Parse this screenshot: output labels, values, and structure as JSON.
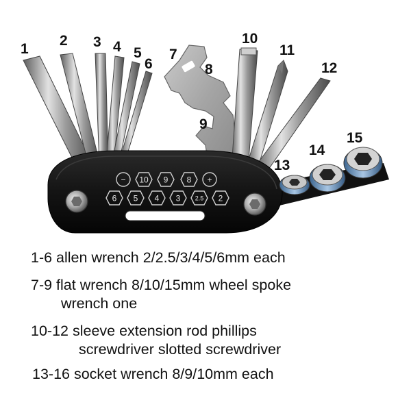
{
  "tool_numbers": [
    "1",
    "2",
    "3",
    "4",
    "5",
    "6",
    "7",
    "8",
    "9",
    "10",
    "11",
    "12",
    "13",
    "14",
    "15"
  ],
  "badges": {
    "top": [
      "−",
      "10",
      "9",
      "8",
      "+"
    ],
    "bottom": [
      "6",
      "5",
      "4",
      "3",
      "2.5",
      "2"
    ]
  },
  "descriptions": {
    "line1": "1-6 allen wrench 2/2.5/3/4/5/6mm each",
    "line2a": "7-9 flat wrench 8/10/15mm wheel spoke",
    "line2b": "wrench one",
    "line3a": "10-12 sleeve extension rod  phillips",
    "line3b": "screwdriver  slotted screwdriver",
    "line4": "13-16 socket wrench 8/9/10mm each"
  },
  "colors": {
    "handle": "#161616",
    "steel": "#a9a9a9",
    "steel_dark": "#6f6f6f",
    "socket_blue": "#5b87b8"
  }
}
